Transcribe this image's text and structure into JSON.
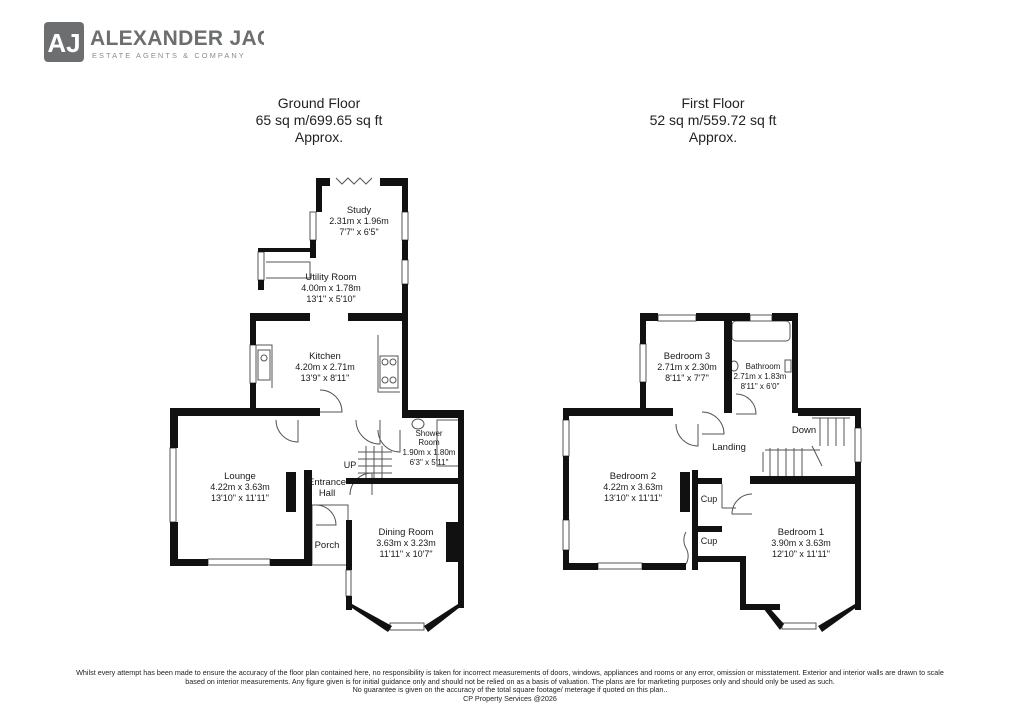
{
  "brand": {
    "monogram": "AJ",
    "name": "ALEXANDER JACOB",
    "tagline": "ESTATE AGENTS & COMPANY",
    "logo_bg": "#6d6e70"
  },
  "floors": [
    {
      "id": "ground",
      "title": "Ground Floor",
      "area": "65 sq m/699.65 sq ft",
      "note": "Approx.",
      "rooms": [
        {
          "name": "Study",
          "metric": "2.31m x 1.96m",
          "imperial": "7'7\" x 6'5\""
        },
        {
          "name": "Utility Room",
          "metric": "4.00m x 1.78m",
          "imperial": "13'1\" x 5'10\""
        },
        {
          "name": "Kitchen",
          "metric": "4.20m x 2.71m",
          "imperial": "13'9\" x 8'11\""
        },
        {
          "name": "Shower",
          "name2": "Room",
          "metric": "1.90m x 1.80m",
          "imperial": "6'3\" x 5'11\""
        },
        {
          "name": "Lounge",
          "metric": "4.22m x 3.63m",
          "imperial": "13'10\" x 11'11\""
        },
        {
          "name": "Entrance",
          "name2": "Hall"
        },
        {
          "name": "UP"
        },
        {
          "name": "Dining Room",
          "metric": "3.63m x 3.23m",
          "imperial": "11'11\" x 10'7\""
        },
        {
          "name": "Porch"
        }
      ]
    },
    {
      "id": "first",
      "title": "First Floor",
      "area": "52 sq m/559.72 sq ft",
      "note": "Approx.",
      "rooms": [
        {
          "name": "Bedroom 3",
          "metric": "2.71m x 2.30m",
          "imperial": "8'11\" x 7'7\""
        },
        {
          "name": "Bathroom",
          "metric": "2.71m x 1.83m",
          "imperial": "8'11\" x 6'0\""
        },
        {
          "name": "Down"
        },
        {
          "name": "Landing"
        },
        {
          "name": "Bedroom 2",
          "metric": "4.22m x 3.63m",
          "imperial": "13'10\" x 11'11\""
        },
        {
          "name": "Cup"
        },
        {
          "name": "Cup"
        },
        {
          "name": "Bedroom 1",
          "metric": "3.90m x 3.63m",
          "imperial": "12'10\" x 11'11\""
        }
      ]
    }
  ],
  "disclaimer": {
    "line1": "Whilst every attempt has been made to ensure the accuracy of the floor plan contained here, no responsibility is taken for incorrect measurements of doors, windows, appliances and rooms or any error, omission or misstatement. Exterior and interior walls are drawn to scale",
    "line2": "based on interior measurements. Any figure given is for initial guidance only and should not be relied on as a basis of valuation. The plans are for marketing purposes only and should only be used as such.",
    "line3": "No guarantee is given on the accuracy of the total square footage/ meterage if quoted on this plan..",
    "line4": "CP Property Services @2026"
  }
}
